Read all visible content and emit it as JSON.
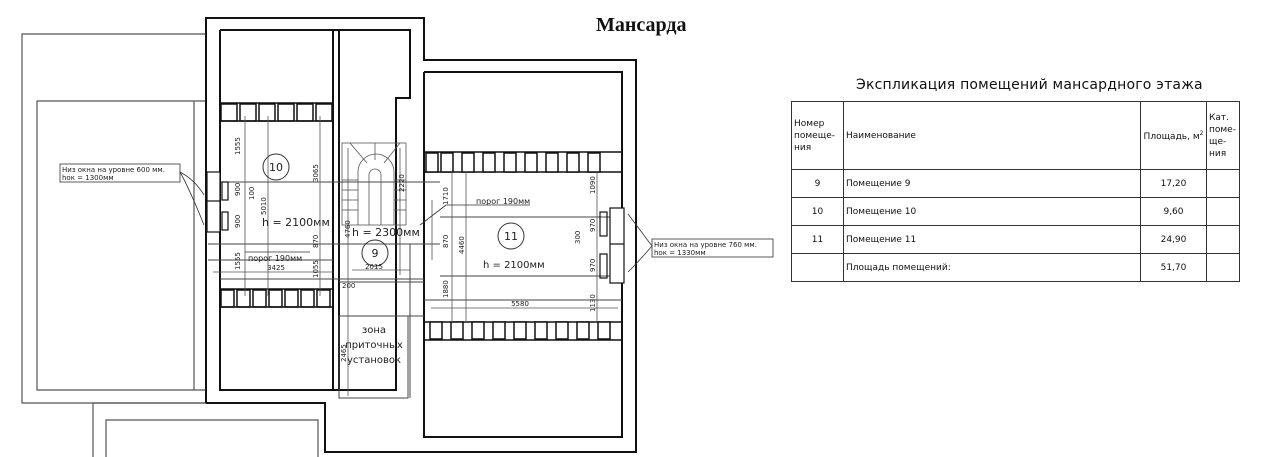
{
  "title": "Мансарда",
  "table": {
    "title": "Экспликация помещений мансардного этажа",
    "headers": {
      "number": "Номер помеще-ния",
      "name": "Наименование",
      "area": "Площадь, м",
      "area_sup": "2",
      "category": "Кат. поме-ще-ния"
    },
    "rows": [
      {
        "number": "9",
        "name": "Помещение 9",
        "area": "17,20",
        "category": ""
      },
      {
        "number": "10",
        "name": "Помещение 10",
        "area": "9,60",
        "category": ""
      },
      {
        "number": "11",
        "name": "Помещение 11",
        "area": "24,90",
        "category": ""
      }
    ],
    "total": {
      "label": "Площадь помещений:",
      "area": "51,70"
    }
  },
  "plan": {
    "rooms": [
      {
        "number": "10",
        "height_label": "h = 2100мм"
      },
      {
        "number": "9",
        "height_label": "h = 2300мм"
      },
      {
        "number": "11",
        "height_label": "h = 2100мм"
      }
    ],
    "zone_label": [
      "зона",
      "приточных",
      "установок"
    ],
    "threshold_labels": [
      "порог 190мм",
      "порог 190мм"
    ],
    "callouts": [
      {
        "line1": "Низ окна на уровне 600 мм.",
        "line2": "hок = 1300мм"
      },
      {
        "line1": "Низ окна на уровне 760 мм.",
        "line2": "hок = 1330мм"
      }
    ],
    "dimensions": {
      "room10": [
        "1555",
        "900",
        "100",
        "900",
        "1555",
        "5010",
        "3065",
        "870",
        "1055",
        "3425"
      ],
      "room9": [
        "2220",
        "4760",
        "2015",
        "200",
        "2465"
      ],
      "room11": [
        "1710",
        "870",
        "1880",
        "4460",
        "1090",
        "970",
        "300",
        "970",
        "1130",
        "5580"
      ]
    }
  }
}
